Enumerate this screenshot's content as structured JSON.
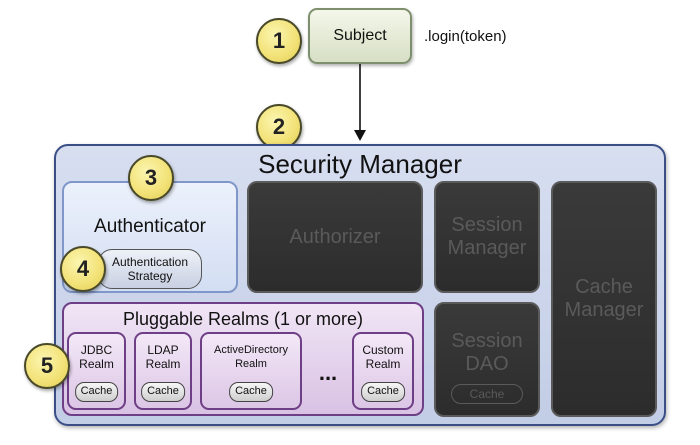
{
  "markers": [
    "1",
    "2",
    "3",
    "4",
    "5"
  ],
  "subject": {
    "label": "Subject",
    "call": ".login(token)"
  },
  "security_manager": {
    "title": "Security Manager"
  },
  "authenticator": {
    "title": "Authenticator",
    "strategy": "Authentication Strategy"
  },
  "authorizer": "Authorizer",
  "session_manager": "Session Manager",
  "cache_manager": "Cache Manager",
  "session_dao": {
    "label": "Session DAO",
    "cache": "Cache"
  },
  "realms": {
    "title": "Pluggable Realms (1 or more)",
    "items": [
      {
        "label": "JDBC Realm",
        "cache": "Cache"
      },
      {
        "label": "LDAP Realm",
        "cache": "Cache"
      },
      {
        "label": "ActiveDirectory Realm",
        "cache": "Cache"
      },
      {
        "label": "Custom Realm",
        "cache": "Cache"
      }
    ],
    "ellipsis": "..."
  },
  "colors": {
    "frame_border": "#3b4f87",
    "frame_fill": "#c9d4ea",
    "realms_border": "#6e3f86",
    "dark_box": "#323232",
    "marker": "#f3e37a"
  }
}
